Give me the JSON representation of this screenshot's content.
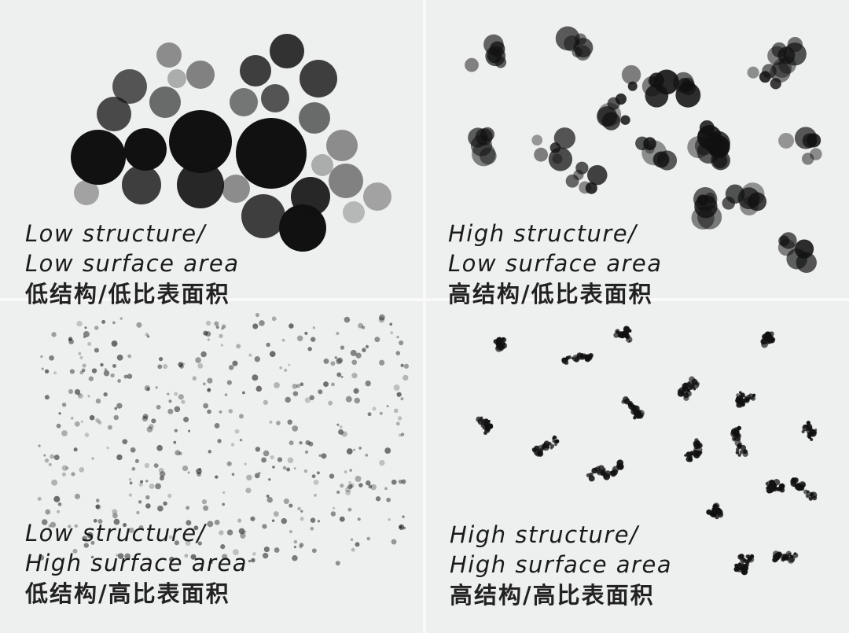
{
  "panels": [
    {
      "id": "low-structure-low-surface",
      "line1": "Low structure/",
      "line2": "Low surface area",
      "zh": "低结构/低比表面积"
    },
    {
      "id": "high-structure-low-surface",
      "line1": "High structure/",
      "line2": "Low surface area",
      "zh": "高结构/低比表面积"
    },
    {
      "id": "low-structure-high-surface",
      "line1": "Low structure/",
      "line2": "High surface area",
      "zh": "低结构/高比表面积"
    },
    {
      "id": "high-structure-high-surface",
      "line1": "High structure/",
      "line2": "High surface area",
      "zh": "高结构/高比表面积"
    }
  ],
  "colors": {
    "background": "#eef0ef",
    "particle": "#111111"
  }
}
